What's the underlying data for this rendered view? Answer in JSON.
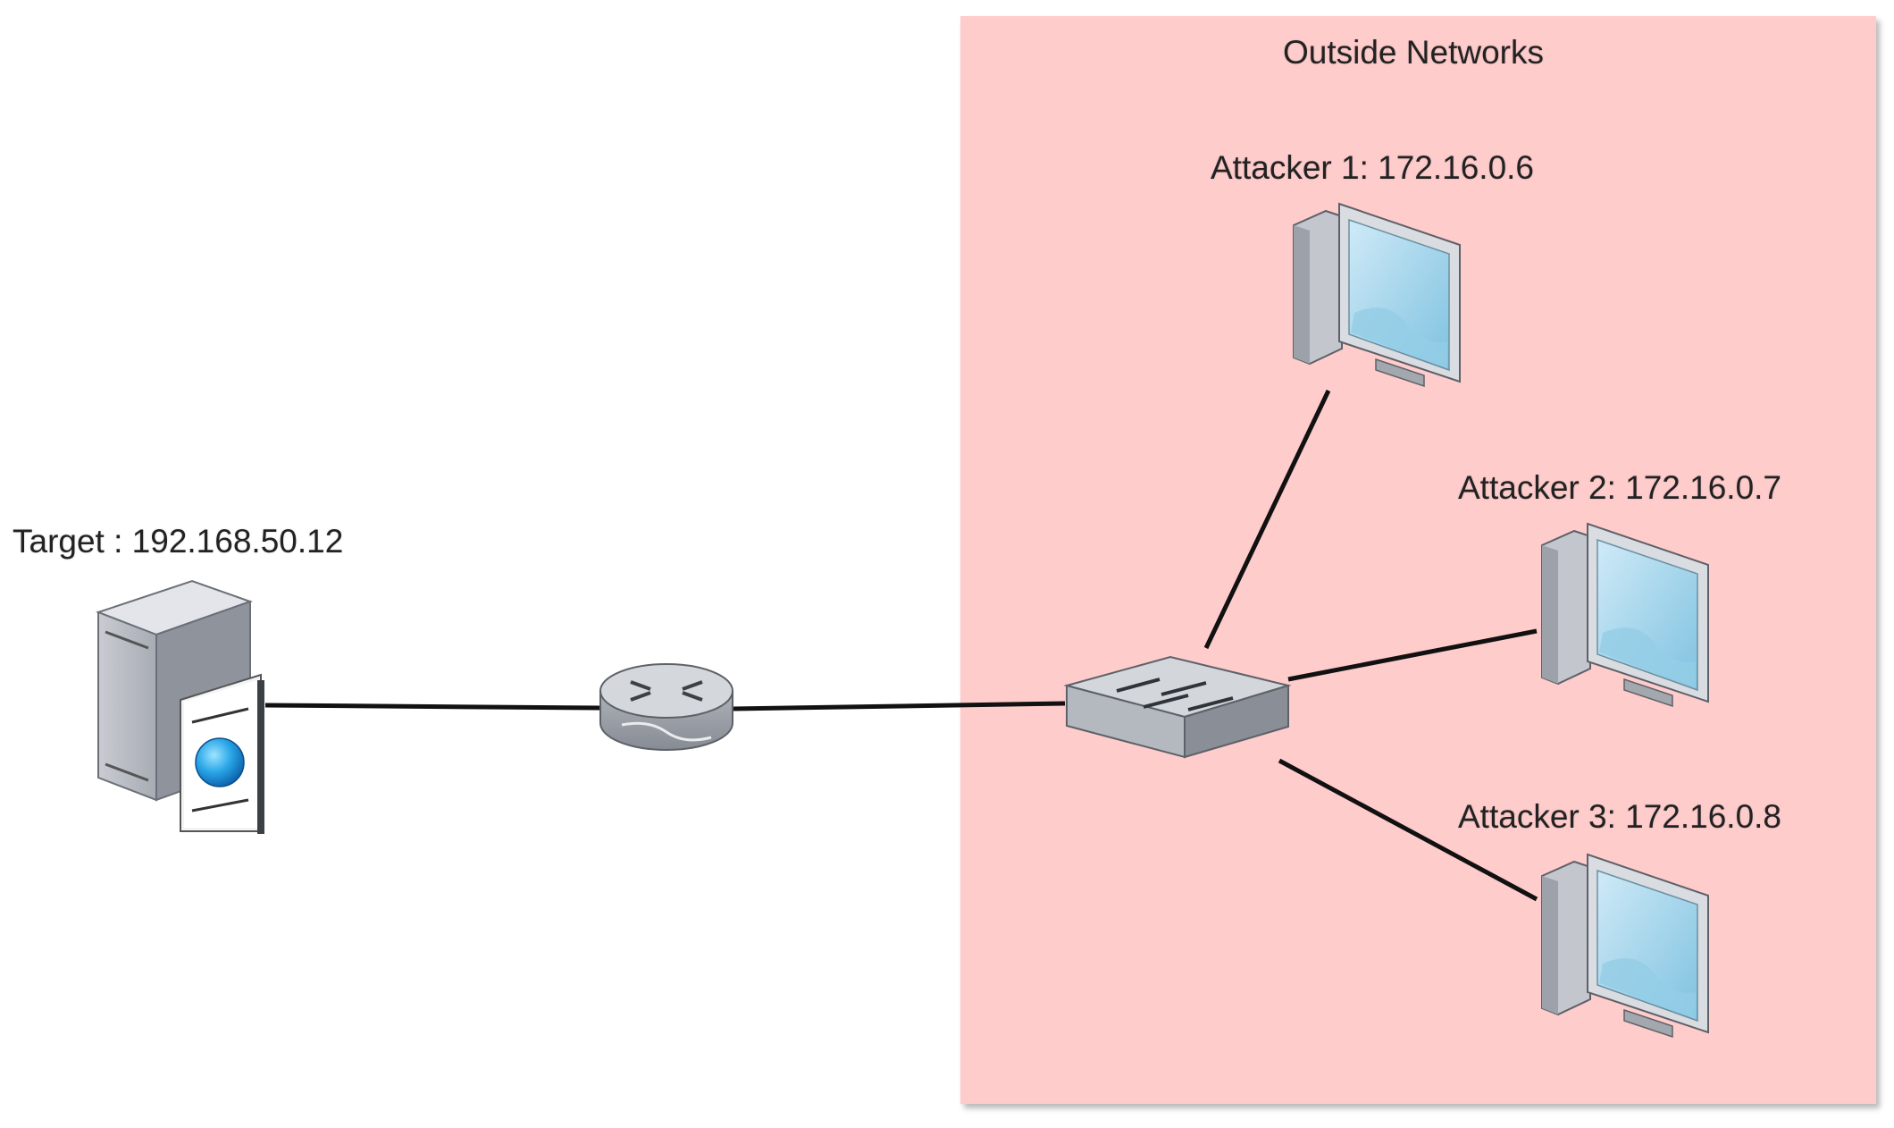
{
  "zone": {
    "title": "Outside Networks",
    "fill": "#ffcccc"
  },
  "nodes": {
    "target": {
      "label": "Target : 192.168.50.12",
      "icon": "web-server-icon"
    },
    "router": {
      "icon": "router-icon"
    },
    "switch": {
      "icon": "switch-icon"
    },
    "attacker1": {
      "label": "Attacker 1: 172.16.0.6",
      "icon": "workstation-icon"
    },
    "attacker2": {
      "label": "Attacker 2: 172.16.0.7",
      "icon": "workstation-icon"
    },
    "attacker3": {
      "label": "Attacker 3: 172.16.0.8",
      "icon": "workstation-icon"
    }
  },
  "edges": [
    {
      "from": "target",
      "to": "router"
    },
    {
      "from": "router",
      "to": "switch"
    },
    {
      "from": "switch",
      "to": "attacker1"
    },
    {
      "from": "switch",
      "to": "attacker2"
    },
    {
      "from": "switch",
      "to": "attacker3"
    }
  ]
}
